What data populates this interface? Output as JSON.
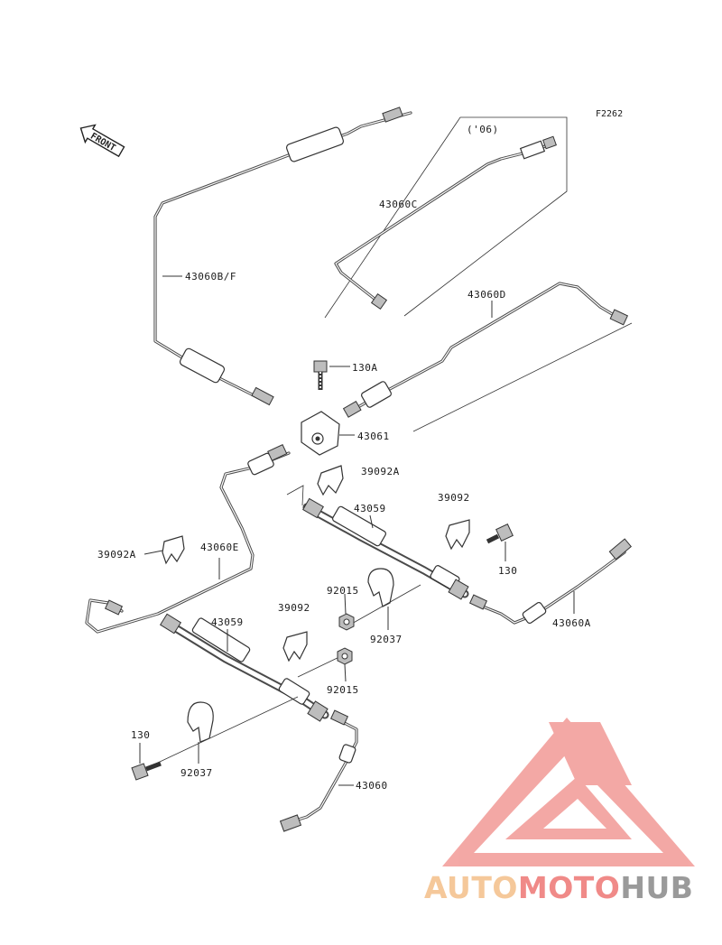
{
  "figure_code": "F2262",
  "front_label": "FRONT",
  "year_note": "('06)",
  "labels": {
    "p43060BF": "43060B/F",
    "p43060C": "43060C",
    "p43060D": "43060D",
    "p130A": "130A",
    "p43061": "43061",
    "p39092A_top": "39092A",
    "p43059_top": "43059",
    "p39092_top": "39092",
    "p130_right": "130",
    "p43060A": "43060A",
    "p39092A_left": "39092A",
    "p43060E": "43060E",
    "p92015_upper": "92015",
    "p92037_right": "92037",
    "p39092_mid": "39092",
    "p43059_mid": "43059",
    "p92015_lower": "92015",
    "p130_left": "130",
    "p92037_left": "92037",
    "p43060": "43060"
  },
  "watermark": {
    "part1": "AUTO",
    "part2": "MOTO",
    "part3": "HUB",
    "colors": {
      "light": "#f5c89a",
      "mid": "#f08a88",
      "dark": "#9a9a9a",
      "logo": "#f29a96"
    }
  }
}
